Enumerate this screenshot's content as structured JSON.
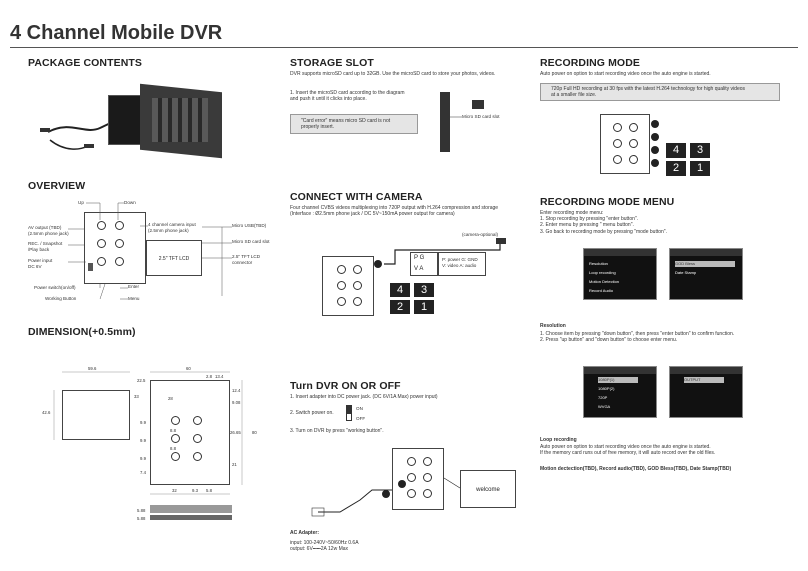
{
  "title": "4 Channel Mobile DVR",
  "package": {
    "heading": "PACKAGE CONTENTS"
  },
  "overview": {
    "heading": "OVERVIEW",
    "labels": {
      "up": "Up",
      "down": "Down",
      "av_output": "AV output (TBD)\n(2.5mm phone jack)",
      "rec_snapshot": "REC. / Snapshot\n/Play back",
      "power_input": "Power input\nDC 6V",
      "power_switch": "Power switch(on/off)",
      "working_button": "Working Button",
      "cam_input": "4 channel camera input\n(2.5mm phone jack)",
      "micro_usb": "Micro USB(TBD)",
      "micro_sd": "Micro SD card slot",
      "tft_connector": "2.5\" TFT LCD\nconnector",
      "enter": "Enter",
      "menu": "Menu",
      "lcd": "2.5\" TFT LCD"
    }
  },
  "dimension": {
    "heading": "DIMENSION(+0.5mm)",
    "values": [
      "59.6",
      "60",
      "22.5",
      "2.8",
      "13.4",
      "12.4",
      "9.08",
      "26.65",
      "80",
      "42.6",
      "33",
      "28",
      "9.9",
      "9.9",
      "9.9",
      "7.4",
      "8.8",
      "8.8",
      "32",
      "9.3",
      "5.8",
      "21",
      "5.88",
      "5.88"
    ]
  },
  "storage": {
    "heading": "STORAGE SLOT",
    "desc": "DVR supports microSD card up to 32GB. Use the microSD card to store your photos, videos.",
    "step1": "1. Insert the microSD card according to the diagram\nand push it until it clicks into place.",
    "note": "\"Card error\" means micro SD card is not\nproperly insert.",
    "slot_label": "Micro SD card slot"
  },
  "camera": {
    "heading": "CONNECT WITH CAMERA",
    "desc": "Four channel CVBS videos multiplexing into 720P output with H.264 compression and storage\n(Interface : Ø2.5mm phone jack / DC 5V~150mA power output for camera)",
    "optional": "(camera-optional)",
    "plug_letters": [
      "P",
      "G",
      "V",
      "A"
    ],
    "legend": "P: power   G: GND\nV: video   A: audio",
    "quad": [
      "4",
      "3",
      "2",
      "1"
    ]
  },
  "turn_on": {
    "heading": "Turn DVR ON OR OFF",
    "step1": "1. Insert adapter into DC power jack. (DC 6V/1A Max) power input)",
    "step2": "2. Switch power on.",
    "on": "ON",
    "off": "OFF",
    "step3": "3. Turn on DVR by press \"working button\".",
    "welcome": "welcome",
    "adapter_heading": "AC Adapter:",
    "adapter_spec": "input: 100-240V~50/60Hz 0.6A\noutput: 6V⎓⎓2A 12w Max"
  },
  "recording_mode": {
    "heading": "RECORDING MODE",
    "desc": "Auto power on option to start recording video once the auto engine is started.",
    "note": "720p Full HD recording at 30 fps with the latest H.264 technology for high quality videos\nat a smaller file size.",
    "quad": [
      "4",
      "3",
      "2",
      "1"
    ]
  },
  "menu": {
    "heading": "RECORDING MODE MENU",
    "steps": "Enter recording mode menu:\n1. Stop recording by pressing \"enter button\".\n2. Enter menu by pressing \" menu button\".\n3. Go back to recording mode by pressing \"mode button\".",
    "screen1_items": [
      "Resolution",
      "Loop recording",
      "Motion Detection",
      "Record Audio"
    ],
    "screen2_items": [
      "GOD Bless",
      "Date Stamp"
    ],
    "resolution_heading": "Resolution",
    "resolution_steps": "1. Choose item by pressing \"down button\", then press \"enter button\" to confirm function.\n2. Press \"up button\" and \"down button\" to choose enter menu.",
    "screen3_items": [
      "1080P(1)",
      "1080P(2)",
      "720P",
      "WVGA"
    ],
    "screen4_items": [
      "OUTPUT"
    ],
    "loop_heading": "Loop recording",
    "loop_text": "Auto power on option to start recording video once the auto engine is started.\nIf the memory card runs out of free memory, it will auto record over the old files.",
    "tbd": "Motion dectection(TBD),  Record audio(TBD), GOD Bless(TBD), Date Stamp(TBD)"
  }
}
